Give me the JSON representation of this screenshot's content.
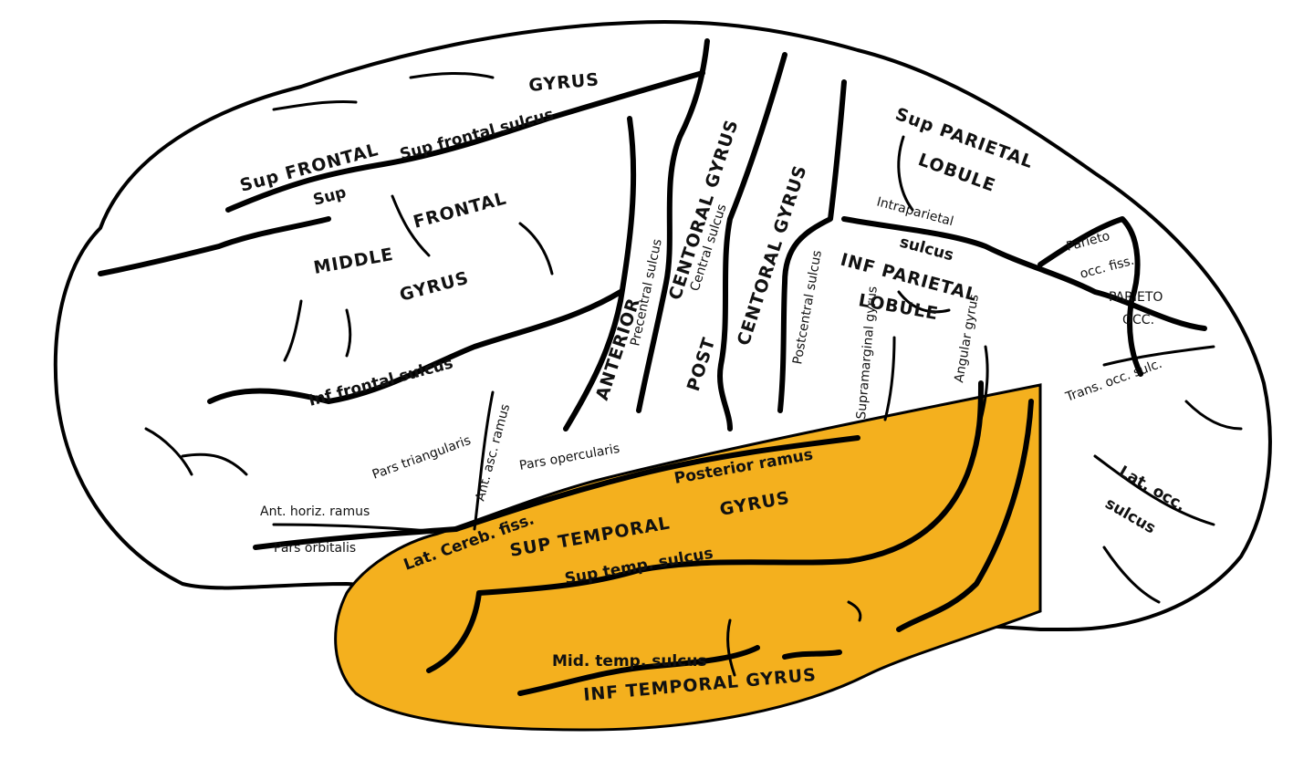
{
  "colors": {
    "temporal_lobe": "#F4B01E",
    "outline": "#000000",
    "background": "#FFFFFF"
  },
  "labels": {
    "gyrus_top": "GYRUS",
    "sup_frontal": "Sup   FRONTAL",
    "sup": "Sup",
    "sup_frontal_sulcus": "Sup   frontal   sulcus",
    "middle": "MIDDLE",
    "frontal": "FRONTAL",
    "gyrus_mid": "GYRUS",
    "inf_frontal_sulcus": "Inf   frontal   sulcus",
    "anterior_central_gyrus_1": "ANTERIOR",
    "anterior_central_gyrus_2": "CENTORAL GYRUS",
    "central_sulcus": "Central sulcus",
    "precentral_sulcus": "Precentral sulcus",
    "post_central_gyrus_1": "POST",
    "post_central_gyrus_2": "CENTORAL GYRUS",
    "postcentral_sulcus": "Postcentral sulcus",
    "sup_parietal": "Sup  PARIETAL",
    "lobule_sup": "LOBULE",
    "intraparietal": "Intraparietal",
    "sulcus_inf": "sulcus",
    "inf_parietal": "INF  PARIETAL",
    "lobule_inf": "LOBULE",
    "parieto": "Parieto",
    "occ_fiss": "occ. fiss.",
    "parieto_occ": "PARIETO",
    "occ": "OCC.",
    "trans_occ": "Trans. occ. sulc.",
    "lat_occ": "Lat. occ.",
    "lat_occ_sulcus": "sulcus",
    "pars_triangularis": "Pars triangularis",
    "ant_asc_ramus": "Ant. asc. ramus",
    "pars_opercularis": "Pars opercularis",
    "ant_horiz_ramus": "Ant. horiz. ramus",
    "pars_orbitalis": "Pars orbitalis",
    "posterior_ramus": "Posterior   ramus",
    "lat_cerebral_fiss": "Lat. Cereb. fiss.",
    "sup_temporal_gyrus_1": "SUP   TEMPORAL",
    "sup_temporal_gyrus_2": "GYRUS",
    "sup_temporal_sulcus": "Sup   temp.   sulcus",
    "mid_temp_sulcus": "Mid.   temp.   sulcus",
    "inf_temporal_gyrus": "INF   TEMPORAL   GYRUS",
    "supramarginal_gyrus": "Supramarginal gyrus",
    "angular_gyrus": "Angular gyrus"
  }
}
